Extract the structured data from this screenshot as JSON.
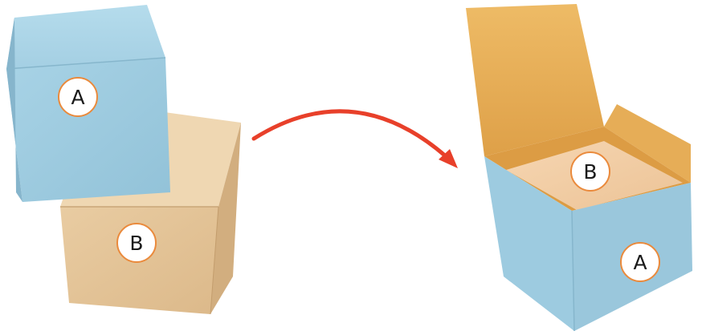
{
  "labels": {
    "left_box_a": "A",
    "left_box_b": "B",
    "right_box_inner": "B",
    "right_box_outer": "A"
  },
  "colors": {
    "box_a_blue": "#9dcbe0",
    "box_b_tan": "#e4c598",
    "box_interior_orange": "#e5ad55",
    "label_ring_orange": "#ea8a3c",
    "arrow_red": "#e8402a"
  }
}
